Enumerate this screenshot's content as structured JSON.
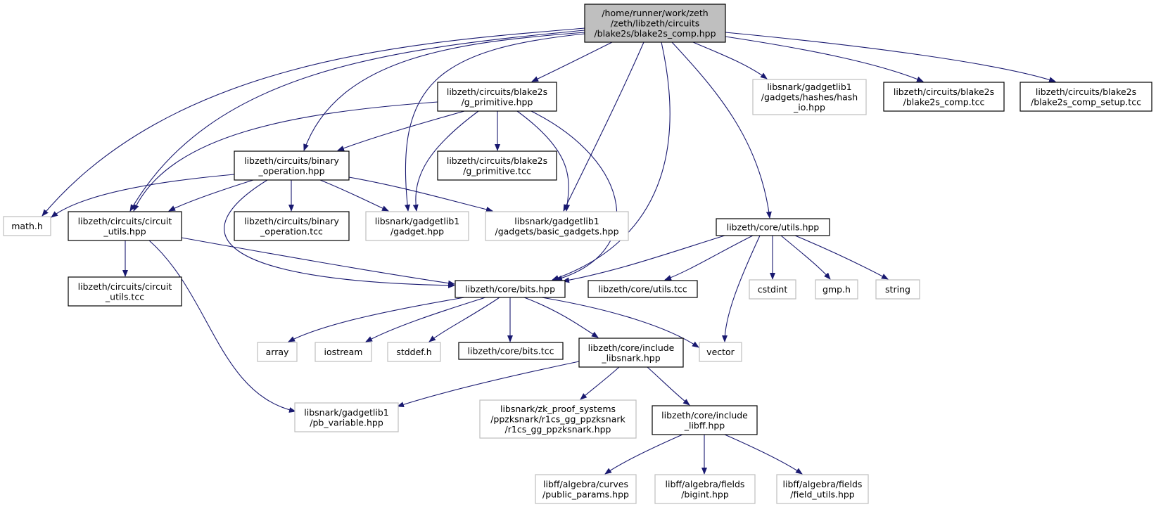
{
  "colors": {
    "edge": "#191970",
    "root_fill": "#bfbfbf",
    "documented_border": "#000000",
    "external_border": "#bfbfbf",
    "text": "#000000"
  },
  "nodes": [
    {
      "id": "root",
      "kind": "root",
      "lines": [
        "/home/runner/work/zeth",
        "/zeth/libzeth/circuits",
        "/blake2s/blake2s_comp.hpp"
      ]
    },
    {
      "id": "math_h",
      "kind": "external",
      "lines": [
        "math.h"
      ]
    },
    {
      "id": "circuit_utils_hpp",
      "kind": "documented",
      "lines": [
        "libzeth/circuits/circuit",
        "_utils.hpp"
      ]
    },
    {
      "id": "binary_operation_hpp",
      "kind": "documented",
      "lines": [
        "libzeth/circuits/binary",
        "_operation.hpp"
      ]
    },
    {
      "id": "g_primitive_hpp",
      "kind": "documented",
      "lines": [
        "libzeth/circuits/blake2s",
        "/g_primitive.hpp"
      ]
    },
    {
      "id": "gadget_hpp",
      "kind": "external",
      "lines": [
        "libsnark/gadgetlib1",
        "/gadget.hpp"
      ]
    },
    {
      "id": "basic_gadgets_hpp",
      "kind": "external",
      "lines": [
        "libsnark/gadgetlib1",
        "/gadgets/basic_gadgets.hpp"
      ]
    },
    {
      "id": "hash_io_hpp",
      "kind": "external",
      "lines": [
        "libsnark/gadgetlib1",
        "/gadgets/hashes/hash",
        "_io.hpp"
      ]
    },
    {
      "id": "blake2s_comp_tcc",
      "kind": "documented",
      "lines": [
        "libzeth/circuits/blake2s",
        "/blake2s_comp.tcc"
      ]
    },
    {
      "id": "blake2s_comp_setup_tcc",
      "kind": "documented",
      "lines": [
        "libzeth/circuits/blake2s",
        "/blake2s_comp_setup.tcc"
      ]
    },
    {
      "id": "g_primitive_tcc",
      "kind": "documented",
      "lines": [
        "libzeth/circuits/blake2s",
        "/g_primitive.tcc"
      ]
    },
    {
      "id": "binary_operation_tcc",
      "kind": "documented",
      "lines": [
        "libzeth/circuits/binary",
        "_operation.tcc"
      ]
    },
    {
      "id": "utils_hpp",
      "kind": "documented",
      "lines": [
        "libzeth/core/utils.hpp"
      ]
    },
    {
      "id": "circuit_utils_tcc",
      "kind": "documented",
      "lines": [
        "libzeth/circuits/circuit",
        "_utils.tcc"
      ]
    },
    {
      "id": "bits_hpp",
      "kind": "documented",
      "lines": [
        "libzeth/core/bits.hpp"
      ]
    },
    {
      "id": "utils_tcc",
      "kind": "documented",
      "lines": [
        "libzeth/core/utils.tcc"
      ]
    },
    {
      "id": "cstdint",
      "kind": "external",
      "lines": [
        "cstdint"
      ]
    },
    {
      "id": "gmp_h",
      "kind": "external",
      "lines": [
        "gmp.h"
      ]
    },
    {
      "id": "string",
      "kind": "external",
      "lines": [
        "string"
      ]
    },
    {
      "id": "array",
      "kind": "external",
      "lines": [
        "array"
      ]
    },
    {
      "id": "iostream",
      "kind": "external",
      "lines": [
        "iostream"
      ]
    },
    {
      "id": "stddef_h",
      "kind": "external",
      "lines": [
        "stddef.h"
      ]
    },
    {
      "id": "bits_tcc",
      "kind": "documented",
      "lines": [
        "libzeth/core/bits.tcc"
      ]
    },
    {
      "id": "include_libsnark_hpp",
      "kind": "documented",
      "lines": [
        "libzeth/core/include",
        "_libsnark.hpp"
      ]
    },
    {
      "id": "vector",
      "kind": "external",
      "lines": [
        "vector"
      ]
    },
    {
      "id": "pb_variable_hpp",
      "kind": "external",
      "lines": [
        "libsnark/gadgetlib1",
        "/pb_variable.hpp"
      ]
    },
    {
      "id": "r1cs_gg_ppzksnark_hpp",
      "kind": "external",
      "lines": [
        "libsnark/zk_proof_systems",
        "/ppzksnark/r1cs_gg_ppzksnark",
        "/r1cs_gg_ppzksnark.hpp"
      ]
    },
    {
      "id": "include_libff_hpp",
      "kind": "documented",
      "lines": [
        "libzeth/core/include",
        "_libff.hpp"
      ]
    },
    {
      "id": "public_params_hpp",
      "kind": "external",
      "lines": [
        "libff/algebra/curves",
        "/public_params.hpp"
      ]
    },
    {
      "id": "bigint_hpp",
      "kind": "external",
      "lines": [
        "libff/algebra/fields",
        "/bigint.hpp"
      ]
    },
    {
      "id": "field_utils_hpp",
      "kind": "external",
      "lines": [
        "libff/algebra/fields",
        "/field_utils.hpp"
      ]
    }
  ],
  "edges": [
    [
      "root",
      "math_h"
    ],
    [
      "root",
      "circuit_utils_hpp"
    ],
    [
      "root",
      "binary_operation_hpp"
    ],
    [
      "root",
      "gadget_hpp"
    ],
    [
      "root",
      "g_primitive_hpp"
    ],
    [
      "root",
      "basic_gadgets_hpp"
    ],
    [
      "root",
      "bits_hpp"
    ],
    [
      "root",
      "utils_hpp"
    ],
    [
      "root",
      "hash_io_hpp"
    ],
    [
      "root",
      "blake2s_comp_tcc"
    ],
    [
      "root",
      "blake2s_comp_setup_tcc"
    ],
    [
      "g_primitive_hpp",
      "circuit_utils_hpp"
    ],
    [
      "g_primitive_hpp",
      "binary_operation_hpp"
    ],
    [
      "g_primitive_hpp",
      "gadget_hpp"
    ],
    [
      "g_primitive_hpp",
      "g_primitive_tcc"
    ],
    [
      "g_primitive_hpp",
      "basic_gadgets_hpp"
    ],
    [
      "g_primitive_hpp",
      "bits_hpp"
    ],
    [
      "binary_operation_hpp",
      "math_h"
    ],
    [
      "binary_operation_hpp",
      "circuit_utils_hpp"
    ],
    [
      "binary_operation_hpp",
      "bits_hpp"
    ],
    [
      "binary_operation_hpp",
      "binary_operation_tcc"
    ],
    [
      "binary_operation_hpp",
      "gadget_hpp"
    ],
    [
      "binary_operation_hpp",
      "basic_gadgets_hpp"
    ],
    [
      "circuit_utils_hpp",
      "circuit_utils_tcc"
    ],
    [
      "circuit_utils_hpp",
      "bits_hpp"
    ],
    [
      "circuit_utils_hpp",
      "pb_variable_hpp"
    ],
    [
      "utils_hpp",
      "bits_hpp"
    ],
    [
      "utils_hpp",
      "utils_tcc"
    ],
    [
      "utils_hpp",
      "vector"
    ],
    [
      "utils_hpp",
      "cstdint"
    ],
    [
      "utils_hpp",
      "gmp_h"
    ],
    [
      "utils_hpp",
      "string"
    ],
    [
      "bits_hpp",
      "array"
    ],
    [
      "bits_hpp",
      "iostream"
    ],
    [
      "bits_hpp",
      "stddef_h"
    ],
    [
      "bits_hpp",
      "bits_tcc"
    ],
    [
      "bits_hpp",
      "include_libsnark_hpp"
    ],
    [
      "bits_hpp",
      "vector"
    ],
    [
      "include_libsnark_hpp",
      "pb_variable_hpp"
    ],
    [
      "include_libsnark_hpp",
      "r1cs_gg_ppzksnark_hpp"
    ],
    [
      "include_libsnark_hpp",
      "include_libff_hpp"
    ],
    [
      "include_libff_hpp",
      "public_params_hpp"
    ],
    [
      "include_libff_hpp",
      "bigint_hpp"
    ],
    [
      "include_libff_hpp",
      "field_utils_hpp"
    ]
  ]
}
